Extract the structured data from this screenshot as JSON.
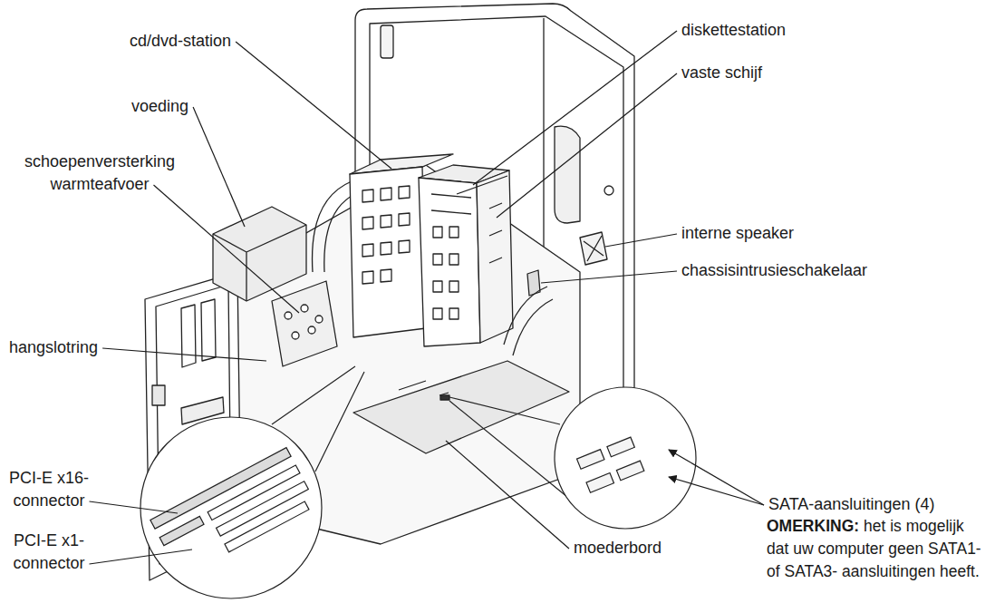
{
  "diagram": {
    "labels": [
      "cd/dvd-station",
      "diskettestation",
      "vaste schijf",
      "voeding",
      "schoepenversterking warmteafvoer",
      "interne speaker",
      "chassisintrusieschakelaar",
      "hangslotring",
      "SATA-aansluitingen (4)",
      "OMERKING:",
      "het is mogelijk dat uw computer geen SATA1- of SATA3- aansluitingen heeft.",
      "PCI-E x16- connector",
      "moederbord",
      "PCI-E x1- connector"
    ]
  }
}
